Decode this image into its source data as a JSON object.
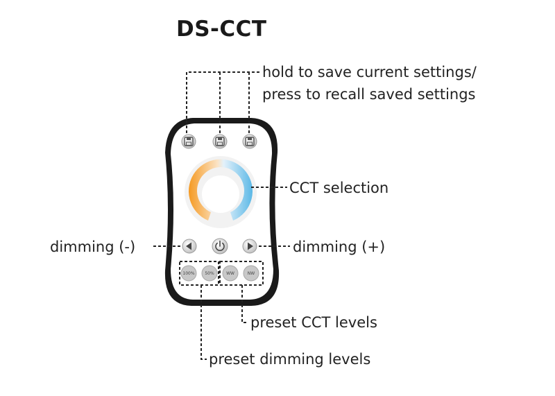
{
  "title": "DS-CCT",
  "labels": {
    "save_line1": "hold to save current settings/",
    "save_line2": "press to recall saved settings",
    "cct_selection": "CCT selection",
    "dimming_minus": "dimming (-)",
    "dimming_plus": "dimming (+)",
    "preset_cct": "preset CCT levels",
    "preset_dimming": "preset dimming levels"
  },
  "remote": {
    "save_buttons": [
      "save-icon",
      "save-icon",
      "save-icon"
    ],
    "left_button_icon": "triangle-left-icon",
    "power_button_icon": "power-icon",
    "right_button_icon": "triangle-right-icon",
    "preset_buttons": [
      "100%",
      "50%",
      "WW",
      "NW"
    ],
    "colors": {
      "body": "#1a1a1a",
      "face": "#ffffff",
      "warm": "#f59a23",
      "cool": "#5bb8e6",
      "button": "#c8c8c8"
    }
  }
}
